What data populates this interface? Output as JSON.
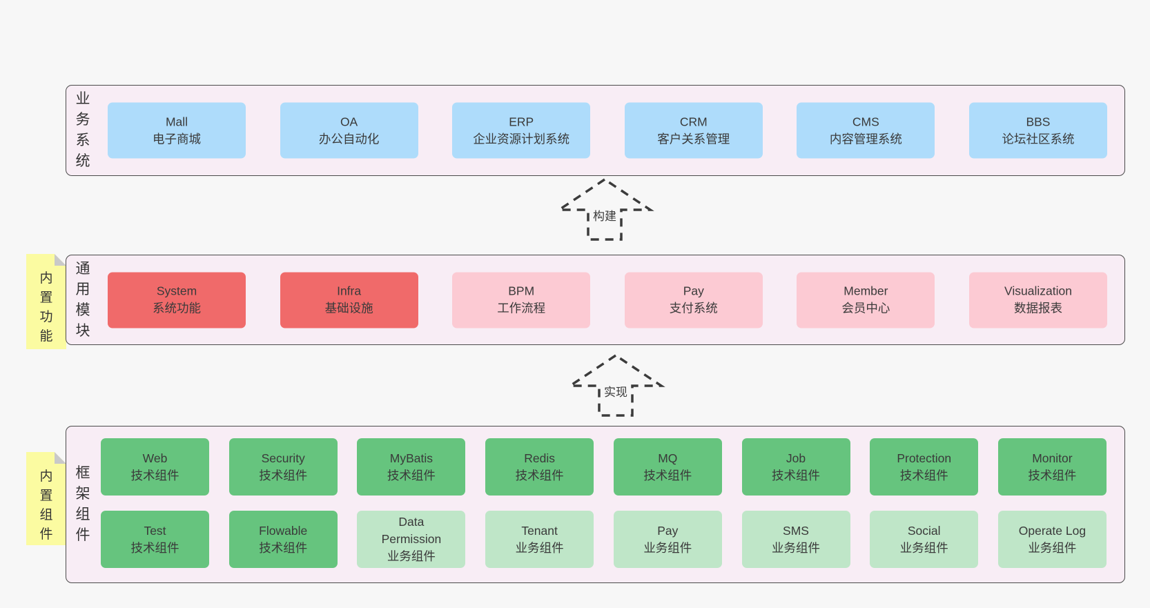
{
  "colors": {
    "page_bg": "#f7f7f7",
    "panel_bg": "#f8edf5",
    "panel_border": "#4a4a4a",
    "blue_box": "#aedcfb",
    "red_box": "#f06a6a",
    "pink_box": "#fccad3",
    "green_dark_box": "#66c47e",
    "green_light_box": "#bfe6c8",
    "sticky_yellow": "#fbfba1",
    "fold_gray": "#c9c9c9"
  },
  "arrows": [
    {
      "label": "构建"
    },
    {
      "label": "实现"
    }
  ],
  "panels": [
    {
      "label": "业务系统",
      "boxes": [
        {
          "title": "Mall",
          "subtitle": "电子商城"
        },
        {
          "title": "OA",
          "subtitle": "办公自动化"
        },
        {
          "title": "ERP",
          "subtitle": "企业资源计划系统"
        },
        {
          "title": "CRM",
          "subtitle": "客户关系管理"
        },
        {
          "title": "CMS",
          "subtitle": "内容管理系统"
        },
        {
          "title": "BBS",
          "subtitle": "论坛社区系统"
        }
      ]
    },
    {
      "label": "通用模块",
      "sticky": "内置功能",
      "boxes": [
        {
          "title": "System",
          "subtitle": "系统功能"
        },
        {
          "title": "Infra",
          "subtitle": "基础设施"
        },
        {
          "title": "BPM",
          "subtitle": "工作流程"
        },
        {
          "title": "Pay",
          "subtitle": "支付系统"
        },
        {
          "title": "Member",
          "subtitle": "会员中心"
        },
        {
          "title": "Visualization",
          "subtitle": "数据报表"
        }
      ]
    },
    {
      "label": "框架组件",
      "sticky": "内置组件",
      "rows": [
        [
          {
            "title": "Web",
            "subtitle": "技术组件"
          },
          {
            "title": "Security",
            "subtitle": "技术组件"
          },
          {
            "title": "MyBatis",
            "subtitle": "技术组件"
          },
          {
            "title": "Redis",
            "subtitle": "技术组件"
          },
          {
            "title": "MQ",
            "subtitle": "技术组件"
          },
          {
            "title": "Job",
            "subtitle": "技术组件"
          },
          {
            "title": "Protection",
            "subtitle": "技术组件"
          },
          {
            "title": "Monitor",
            "subtitle": "技术组件"
          }
        ],
        [
          {
            "title": "Test",
            "subtitle": "技术组件"
          },
          {
            "title": "Flowable",
            "subtitle": "技术组件"
          },
          {
            "title": "Data Permission",
            "subtitle": "业务组件"
          },
          {
            "title": "Tenant",
            "subtitle": "业务组件"
          },
          {
            "title": "Pay",
            "subtitle": "业务组件"
          },
          {
            "title": "SMS",
            "subtitle": "业务组件"
          },
          {
            "title": "Social",
            "subtitle": "业务组件"
          },
          {
            "title": "Operate Log",
            "subtitle": "业务组件"
          }
        ]
      ]
    }
  ]
}
